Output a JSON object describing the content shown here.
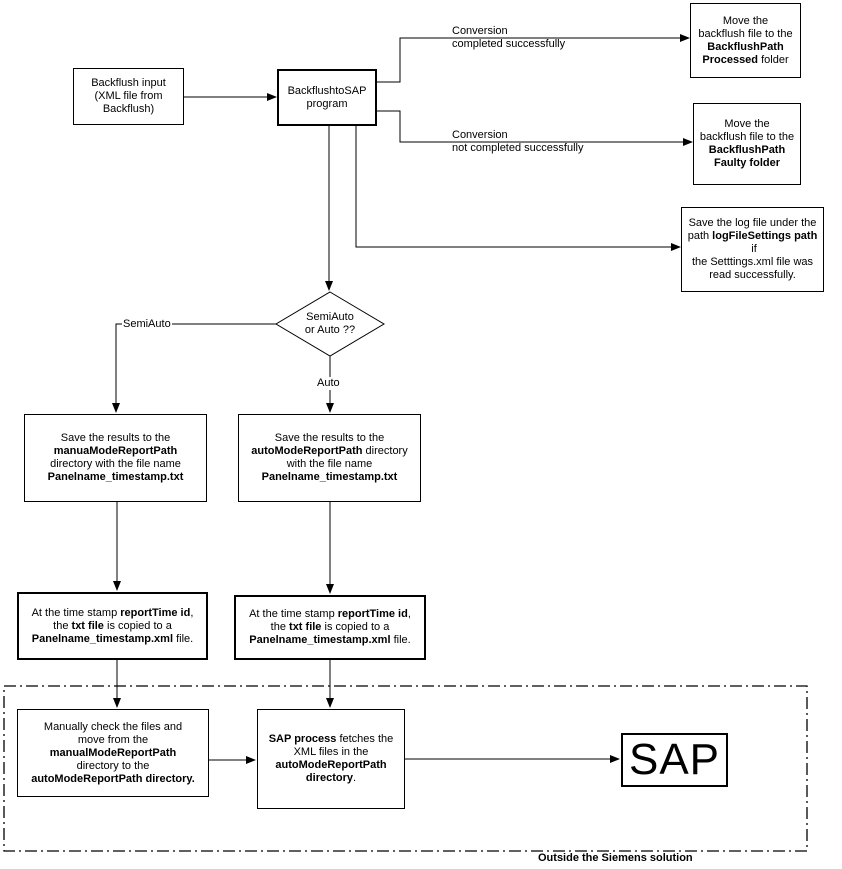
{
  "input_box": {
    "line1": "Backflush input",
    "line2": "(XML file from",
    "line3": "Backflush)"
  },
  "program_box": {
    "line1": "BackflushtoSAP",
    "line2": "program"
  },
  "success_label": {
    "line1": "Conversion",
    "line2": "completed successfully"
  },
  "failure_label": {
    "line1": "Conversion",
    "line2": "not completed successfully"
  },
  "processed_box": {
    "line1": "Move the",
    "line2": "backflush file to the",
    "bold1": "BackflushPath",
    "bold2": "Processed",
    "suffix": " folder"
  },
  "faulty_box": {
    "line1": "Move the",
    "line2": "backflush file to the",
    "bold1": "BackflushPath",
    "bold2": "Faulty folder"
  },
  "log_box": {
    "line1": "Save the log file under the",
    "prefix2": "path ",
    "bold": "logFileSettings path",
    "suffix2": " if",
    "line3": "the Setttings.xml file was",
    "line4": "read successfully."
  },
  "decision": {
    "line1": "SemiAuto",
    "line2": "or Auto ??"
  },
  "semiauto_label": "SemiAuto",
  "auto_label": "Auto",
  "manual_save_box": {
    "line1": "Save the results to the",
    "bold_path": "manuaModeReportPath",
    "line3": "directory with the file name",
    "bold_file": "Panelname_timestamp.txt"
  },
  "auto_save_box": {
    "line1": "Save the results to the",
    "bold_path": "autoModeReportPath",
    "path_suffix": " directory",
    "line3": "with the file name",
    "bold_file": "Panelname_timestamp.txt"
  },
  "copy_box_left": {
    "prefix": "At the time stamp ",
    "bold_id": "reportTime id",
    "comma": ",",
    "the": "the ",
    "bold_txt": "txt file",
    "copied": " is copied to a",
    "bold_xml": "Panelname_timestamp.xml",
    "suffix": " file."
  },
  "copy_box_right": {
    "prefix": "At the time stamp ",
    "bold_id": "reportTime id",
    "comma": ",",
    "the": "the ",
    "bold_txt": "txt file",
    "copied": " is copied to a",
    "bold_xml": "Panelname_timestamp.xml",
    "suffix": " file."
  },
  "manual_check_box": {
    "line1": "Manually check the files and",
    "line2": "move from the",
    "bold_path": "manualModeReportPath",
    "line4": "directory to the",
    "bold_dest": "autoModeReportPath directory."
  },
  "sap_process_box": {
    "bold_sap": "SAP process",
    "line1_suffix": " fetches the",
    "line2": "XML files in the",
    "bold_path": "autoModeReportPath",
    "bold_dir": "directory",
    "period": "."
  },
  "sap_box": "SAP",
  "footer": "Outside the Siemens solution"
}
